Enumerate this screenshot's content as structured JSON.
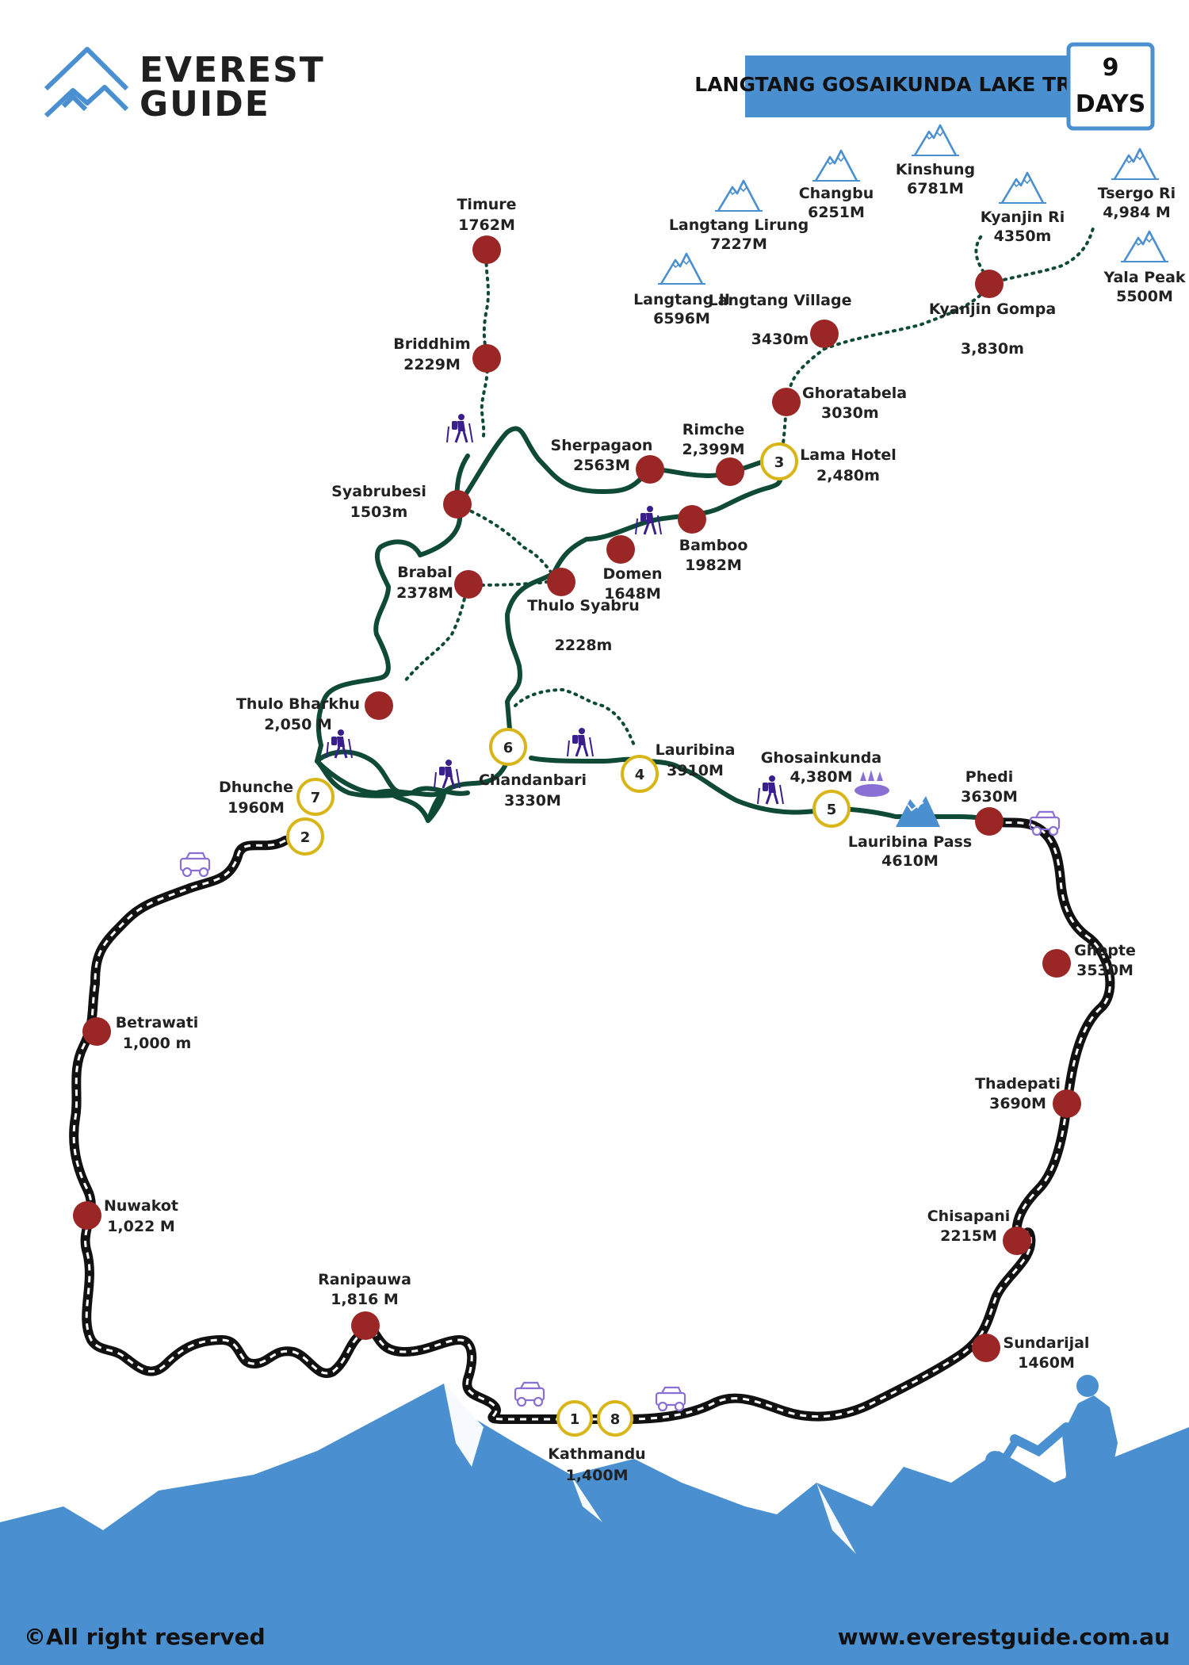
{
  "brand": {
    "line1": "EVEREST",
    "line2": "GUIDE"
  },
  "banner": {
    "title": "LANGTANG GOSAIKUNDA LAKE TREK",
    "days_number": "9",
    "days_unit": "DAYS"
  },
  "colors": {
    "accent_blue": "#4a8fd0",
    "trek_path": "#0e4a35",
    "waypoint": "#9b2626",
    "stop_ring": "#d8b61a",
    "road": "#111111",
    "hiker": "#3a1f8a",
    "vehicle": "#8a6fd4"
  },
  "peaks": [
    {
      "name": "Kinshung",
      "elevation": "6781M"
    },
    {
      "name": "Changbu",
      "elevation": "6251M"
    },
    {
      "name": "Langtang Lirung",
      "elevation": "7227M"
    },
    {
      "name": "Langtang II",
      "elevation": "6596M"
    },
    {
      "name": "Kyanjin Ri",
      "elevation": "4350m"
    },
    {
      "name": "Tsergo Ri",
      "elevation": "4,984 M"
    },
    {
      "name": "Yala Peak",
      "elevation": "5500M"
    }
  ],
  "waypoints": [
    {
      "name": "Timure",
      "elevation": "1762M"
    },
    {
      "name": "Briddhim",
      "elevation": "2229M"
    },
    {
      "name": "Langtang Village",
      "elevation": "3430m"
    },
    {
      "name": "Kyanjin Gompa",
      "elevation": "3,830m"
    },
    {
      "name": "Ghoratabela",
      "elevation": "3030m"
    },
    {
      "name": "Rimche",
      "elevation": "2,399M"
    },
    {
      "name": "Sherpagaon",
      "elevation": "2563M"
    },
    {
      "name": "Syabrubesi",
      "elevation": "1503m"
    },
    {
      "name": "Bamboo",
      "elevation": "1982M"
    },
    {
      "name": "Domen",
      "elevation": "1648M"
    },
    {
      "name": "Brabal",
      "elevation": "2378M"
    },
    {
      "name": "Thulo Syabru",
      "elevation": "2228m"
    },
    {
      "name": "Thulo Bharkhu",
      "elevation": "2,050 M"
    },
    {
      "name": "Phedi",
      "elevation": "3630M"
    },
    {
      "name": "Ghopte",
      "elevation": "3530M"
    },
    {
      "name": "Thadepati",
      "elevation": "3690M"
    },
    {
      "name": "Chisapani",
      "elevation": "2215M"
    },
    {
      "name": "Sundarijal",
      "elevation": "1460M"
    },
    {
      "name": "Betrawati",
      "elevation": "1,000 m"
    },
    {
      "name": "Nuwakot",
      "elevation": "1,022 M"
    },
    {
      "name": "Ranipauwa",
      "elevation": "1,816 M"
    }
  ],
  "stops": [
    {
      "number": "1",
      "name": "Kathmandu",
      "elevation": "1,400M"
    },
    {
      "number": "8"
    },
    {
      "number": "2"
    },
    {
      "number": "7",
      "name": "Dhunche",
      "elevation": "1960M"
    },
    {
      "number": "3",
      "name": "Lama Hotel",
      "elevation": "2,480m"
    },
    {
      "number": "6",
      "name": "Chandanbari",
      "elevation": "3330M"
    },
    {
      "number": "4",
      "name": "Lauribina",
      "elevation": "3910M"
    },
    {
      "number": "5",
      "name": "Ghosainkunda",
      "elevation": "4,380M"
    }
  ],
  "pass": {
    "name": "Lauribina Pass",
    "elevation": "4610M"
  },
  "footer": {
    "copyright": "©All right reserved",
    "website": "www.everestguide.com.au"
  }
}
